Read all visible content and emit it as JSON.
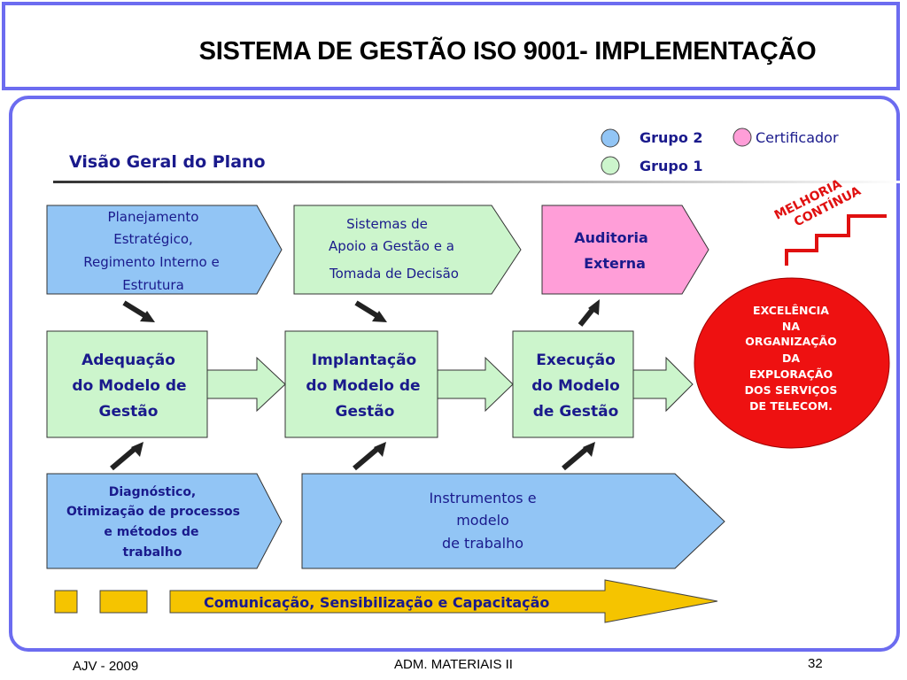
{
  "slide": {
    "title": "SISTEMA DE GESTÃO ISO 9001- IMPLEMENTAÇÃO"
  },
  "diagram": {
    "heading": "Visão Geral do Plano",
    "legend": {
      "group2": "Grupo 2",
      "group1": "Grupo 1",
      "certifier": "Certificador"
    },
    "top_row": {
      "planejamento": [
        "Planejamento",
        "Estratégico,",
        "Regimento  Interno e",
        "Estrutura"
      ],
      "sistemas": [
        "Sistemas de",
        "Apoio a Gestão e a",
        "Tomada de Decisão"
      ],
      "auditoria": [
        "Auditoria",
        "Externa"
      ]
    },
    "middle_row": {
      "adequacao": [
        "Adequação",
        "do Modelo de",
        "Gestão"
      ],
      "implantacao": [
        "Implantação",
        "do Modelo de",
        "Gestão"
      ],
      "execucao": [
        "Execução",
        "do Modelo",
        "de Gestão"
      ]
    },
    "bottom_row": {
      "diagnostico": [
        "Diagnóstico,",
        "Otimização de processos",
        "e métodos de",
        "trabalho"
      ],
      "instrumentos": [
        "Instrumentos e",
        "modelo",
        "de trabalho"
      ]
    },
    "comunicacao": "Comunicação, Sensibilização e Capacitação",
    "melhoria": [
      "MELHORIA",
      "CONTÍNUA"
    ],
    "excelencia": [
      "EXCELÊNCIA",
      "NA",
      "ORGANIZAÇÃO",
      "DA",
      "EXPLORAÇÃO",
      "DOS SERVIÇOS",
      "DE TELECOM."
    ],
    "colors": {
      "group2_blue": "#92c5f5",
      "group1_green": "#ccf5cc",
      "certifier_pink": "#ff9ed8",
      "excellence_red": "#ee1111",
      "communication_yellow": "#f5c400",
      "text_navy": "#1a1a8c"
    }
  },
  "footer": {
    "left": "AJV - 2009",
    "center": "ADM. MATERIAIS II",
    "right": "32"
  }
}
